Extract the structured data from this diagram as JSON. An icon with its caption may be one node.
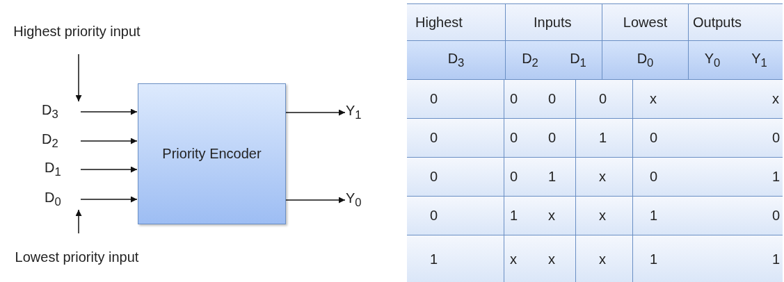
{
  "diagram": {
    "nodes": [
      {
        "text": [
          "Highest priority input"
        ]
      },
      {
        "text": [
          "D$_{3}$"
        ]
      },
      {
        "text": [
          "D$_{2}$"
        ]
      },
      {
        "text": [
          "D$_{1}$"
        ]
      },
      {
        "text": [
          "D$_{0}$"
        ]
      },
      {
        "text": [
          "Lowest priority input"
        ]
      },
      {
        "text": [
          "Priority Encoder"
        ]
      },
      {
        "text": [
          "Y$_{1}$"
        ]
      },
      {
        "text": [
          "Y$_{0}$"
        ]
      }
    ],
    "edges": [
      {
        "from": 0,
        "to": 1,
        "arrow": "to"
      },
      {
        "from": 1,
        "to": 6,
        "arrow": "to"
      },
      {
        "from": 2,
        "to": 6,
        "arrow": "to"
      },
      {
        "from": 3,
        "to": 6,
        "arrow": "to"
      },
      {
        "from": 4,
        "to": 6,
        "arrow": "to"
      },
      {
        "from": 5,
        "to": 4,
        "arrow": "to"
      },
      {
        "from": 6,
        "to": 7,
        "arrow": "to"
      },
      {
        "from": 6,
        "to": 8,
        "arrow": "to"
      }
    ],
    "labels": [
      "Highest",
      "Inputs",
      "Lowest",
      "Outputs",
      "D$_{3}$",
      "D$_{2}$",
      "D$_{1}$",
      "D$_{0}$",
      "Y$_{0}$",
      "Y$_{1}$",
      "0",
      "0",
      "0",
      "0",
      "x",
      "x",
      "0",
      "0",
      "0",
      "1",
      "0",
      "0",
      "0",
      "0",
      "1",
      "x",
      "0",
      "1",
      "0",
      "1",
      "x",
      "x",
      "1",
      "0",
      "1",
      "x",
      "x",
      "x",
      "1",
      "1"
    ]
  }
}
